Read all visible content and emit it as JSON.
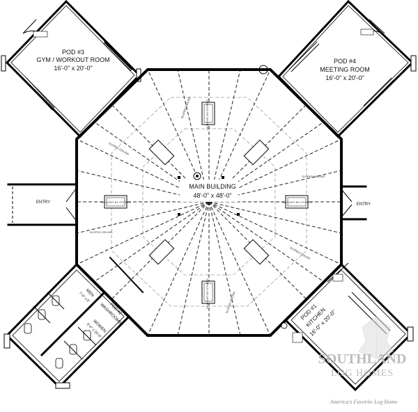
{
  "pods": {
    "gym": {
      "name": "POD #3",
      "room": "GYM / WORKOUT ROOM",
      "size": "16'-0\" x 20'-0\""
    },
    "meeting": {
      "name": "POD #4",
      "room": "MEETING ROOM",
      "size": "16'-0\" x 20'-0\""
    },
    "kitchen": {
      "name": "POD #1",
      "room": "KITCHEN",
      "size": "16'-0\" x 20'-0\""
    },
    "washrooms": {
      "name": "POD #2",
      "room": "WASHROOMS"
    }
  },
  "main": {
    "title": "MAIN BUILDING",
    "size": "48'-0\" x 48'-0\""
  },
  "rooms": {
    "men": "MEN",
    "men_size": "7'-0\" x 8'",
    "women": "WOMEN",
    "women_size": "9'-6\" x 20'-0\""
  },
  "entries": {
    "left": "ENTRY",
    "right": "ENTRY"
  },
  "notes": {
    "skylight": "SKYLIGHT BY OTHERS",
    "ceiling": "SLOPED CEILING"
  },
  "brand": {
    "name": "SOUTHLAND",
    "sub": "LOG HOMES",
    "tagline": "America's Favorite Log Home"
  }
}
